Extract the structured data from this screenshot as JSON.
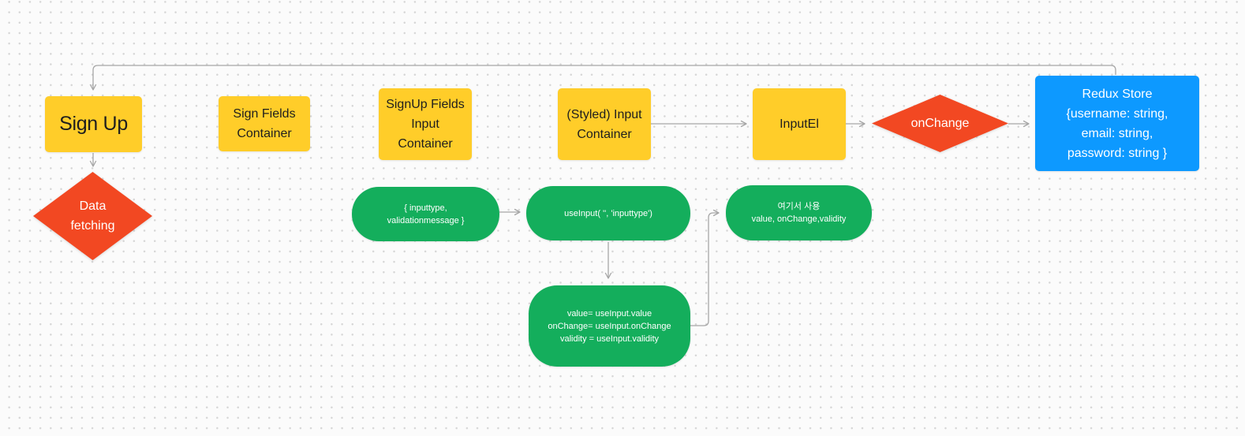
{
  "canvas": {
    "background_color": "#FBFBFB",
    "dot_grid_color": "#D6D6D6"
  },
  "colors": {
    "shape_yellow": "#FFCD29",
    "shape_green": "#14AE5C",
    "shape_red": "#F24822",
    "shape_blue": "#0D99FF",
    "dark_text": "#1E1E1E",
    "light_text": "#FFFFFF",
    "connector_gray": "#A6A6A6"
  },
  "nodes": {
    "sign_up": {
      "label": "Sign Up"
    },
    "data_fetching": {
      "lines": [
        "Data",
        "fetching"
      ]
    },
    "sign_fields": {
      "lines": [
        "Sign Fields",
        "Container"
      ]
    },
    "signup_fields_input": {
      "lines": [
        "SignUp Fields",
        "Input",
        "Container"
      ]
    },
    "styled_input": {
      "lines": [
        "(Styled) Input",
        "Container"
      ]
    },
    "input_el": {
      "label": "InputEl"
    },
    "on_change": {
      "label": "onChange"
    },
    "redux_store": {
      "lines": [
        "Redux Store",
        "{username: string,",
        "email: string,",
        "password: string }"
      ]
    },
    "input_props": {
      "lines": [
        "{ inputtype,",
        "validationmessage }"
      ]
    },
    "use_input_call": {
      "label": "useInput( '', 'inputtype')"
    },
    "use_here": {
      "lines": [
        "여기서 사용",
        "value, onChange,validity"
      ]
    },
    "assignments": {
      "lines": [
        "value= useInput.value",
        "onChange= useInput.onChange",
        "validity = useInput.validity"
      ]
    }
  }
}
